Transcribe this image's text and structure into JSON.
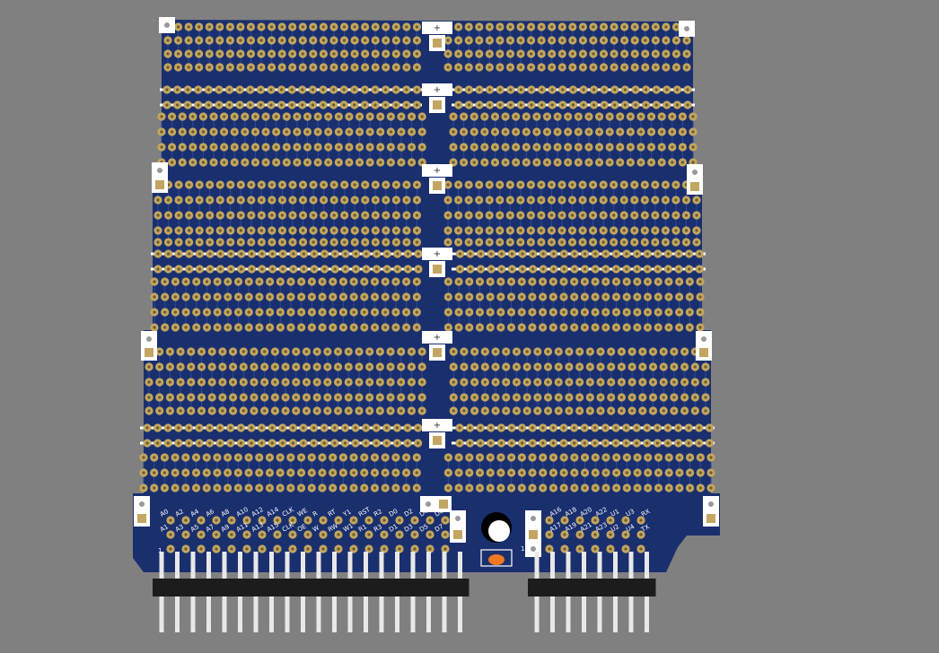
{
  "board": {
    "colors": {
      "background": "#808080",
      "soldermask": "#1a2f6e",
      "pad": "#c2a661",
      "pad_hole": "#6b5a2a",
      "silkscreen": "#ffffff",
      "header_plastic": "#1c1c1c",
      "header_pin": "#e8e8e8",
      "led": "#f07820"
    },
    "left_labels_top": [
      "A0",
      "A2",
      "A4",
      "A6",
      "A8",
      "A10",
      "A12",
      "A14",
      "CLK",
      "WE",
      "R",
      "RT",
      "Y1",
      "RST",
      "R2",
      "D0",
      "D2",
      "D4",
      "D6"
    ],
    "left_labels_bottom": [
      "A1",
      "A3",
      "A5",
      "A7",
      "A9",
      "A11",
      "A13",
      "A15",
      "CLK",
      "OE",
      "W",
      "RW",
      "W1",
      "R1",
      "R3",
      "D1",
      "D3",
      "D5",
      "D7"
    ],
    "right_labels_top": [
      "A16",
      "A18",
      "A20",
      "A22",
      "U1",
      "U3",
      "RX"
    ],
    "right_labels_bottom": [
      "A17",
      "A19",
      "A21",
      "A23",
      "U2",
      "U4",
      "TX"
    ],
    "pin1_marker": "1",
    "rail_marker": "+",
    "left_header_pin_count": 20,
    "right_header_pin_count": 8
  }
}
